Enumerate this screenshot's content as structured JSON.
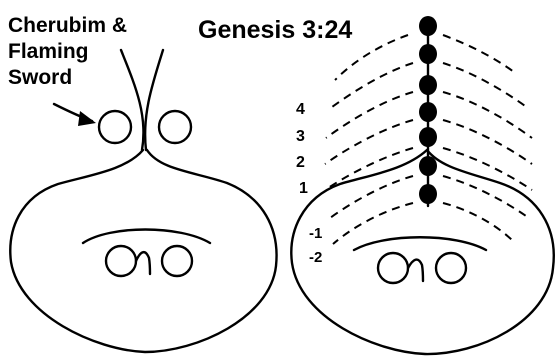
{
  "labels": {
    "callout": [
      "Cherubim &",
      "Flaming",
      "Sword"
    ],
    "title": "Genesis 3:24",
    "levels": [
      {
        "id": "level-4",
        "text": "4"
      },
      {
        "id": "level-3",
        "text": "3"
      },
      {
        "id": "level-2",
        "text": "2"
      },
      {
        "id": "level-1",
        "text": "1"
      },
      {
        "id": "level-neg-1",
        "text": "-1"
      },
      {
        "id": "level-neg-2",
        "text": "-2"
      }
    ]
  },
  "colors": {
    "ink": "#000000",
    "background": "#ffffff"
  }
}
